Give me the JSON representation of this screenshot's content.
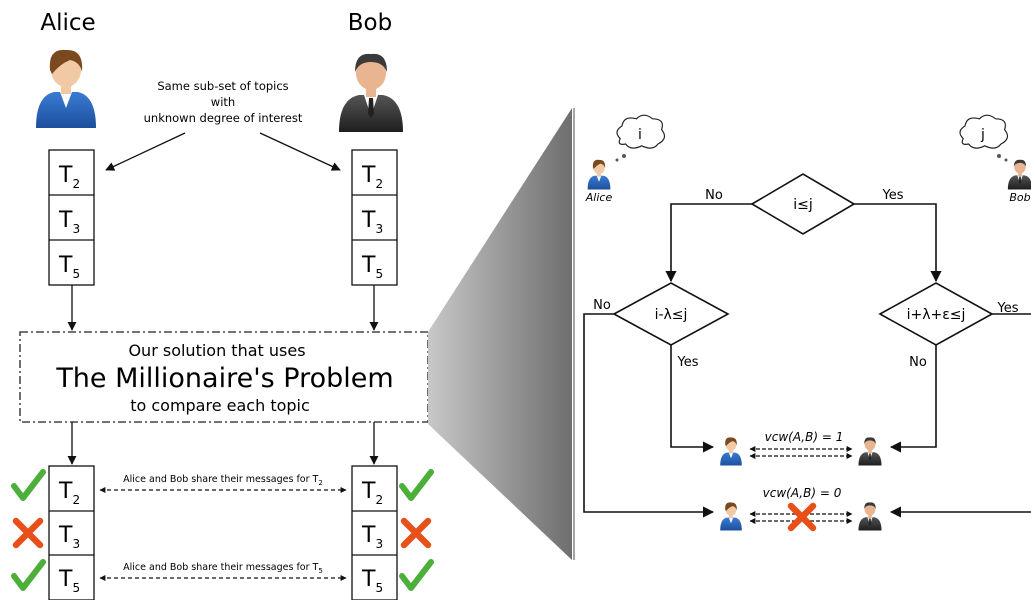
{
  "left": {
    "alice_name": "Alice",
    "bob_name": "Bob",
    "intro_line1": "Same sub-set of topics",
    "intro_line2": "with",
    "intro_line3": "unknown degree of interest",
    "topics_base": [
      "T",
      "T",
      "T"
    ],
    "topic_subs": [
      "2",
      "3",
      "5"
    ],
    "solution_line1": "Our solution that uses",
    "solution_line2": "The Millionaire's Problem",
    "solution_line3": "to compare each topic",
    "share_text_base": "Alice and Bob share their messages for T",
    "share_subs": [
      "2",
      "5"
    ],
    "results": [
      "match",
      "nomatch",
      "match"
    ],
    "match_color": "#4caf3a",
    "nomatch_color": "#e8501a"
  },
  "right": {
    "alice_label": "Alice",
    "bob_label": "Bob",
    "alice_thought": "i",
    "bob_thought": "j",
    "decision_top": "i≤j",
    "decision_left": "i-λ≤j",
    "decision_right": "i+λ+ε≤j",
    "label_no_top": "No",
    "label_yes_top": "Yes",
    "label_no_left": "No",
    "label_yes_left": "Yes",
    "label_no_right": "No",
    "label_yes_right": "Yes",
    "result_match": "vcw(A,B) = 1",
    "result_nomatch": "vcw(A,B) = 0"
  },
  "icons": {
    "alice": "woman-avatar-icon",
    "bob": "man-avatar-icon",
    "thought": "thought-cloud-icon",
    "match": "check-mark-icon",
    "nomatch": "cross-mark-icon"
  }
}
